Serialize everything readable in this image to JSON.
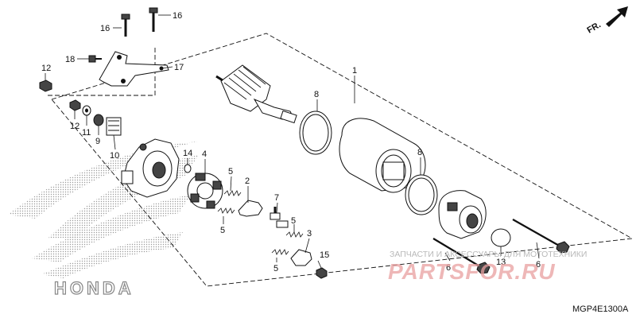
{
  "diagram": {
    "direction_label": "FR.",
    "diagram_code": "MGP4E1300A",
    "brand_logo_text": "HONDA",
    "watermark": {
      "line1": "ЗАПЧАСТИ И АКСЕССУАРЫ ДЛЯ МОТОТЕХНИКИ",
      "line2": "PARTSFOR.RU"
    },
    "callouts": [
      {
        "id": "c1",
        "label": "1"
      },
      {
        "id": "c2",
        "label": "2"
      },
      {
        "id": "c3",
        "label": "3"
      },
      {
        "id": "c4",
        "label": "4"
      },
      {
        "id": "c5a",
        "label": "5"
      },
      {
        "id": "c5b",
        "label": "5"
      },
      {
        "id": "c5c",
        "label": "5"
      },
      {
        "id": "c5d",
        "label": "5"
      },
      {
        "id": "c6a",
        "label": "6"
      },
      {
        "id": "c6b",
        "label": "6"
      },
      {
        "id": "c7",
        "label": "7"
      },
      {
        "id": "c8a",
        "label": "8"
      },
      {
        "id": "c8b",
        "label": "8"
      },
      {
        "id": "c9",
        "label": "9"
      },
      {
        "id": "c10",
        "label": "10"
      },
      {
        "id": "c11",
        "label": "11"
      },
      {
        "id": "c12a",
        "label": "12"
      },
      {
        "id": "c12b",
        "label": "12"
      },
      {
        "id": "c13",
        "label": "13"
      },
      {
        "id": "c14",
        "label": "14"
      },
      {
        "id": "c15",
        "label": "15"
      },
      {
        "id": "c16a",
        "label": "16"
      },
      {
        "id": "c16b",
        "label": "16"
      },
      {
        "id": "c17",
        "label": "17"
      },
      {
        "id": "c18",
        "label": "18"
      }
    ]
  }
}
